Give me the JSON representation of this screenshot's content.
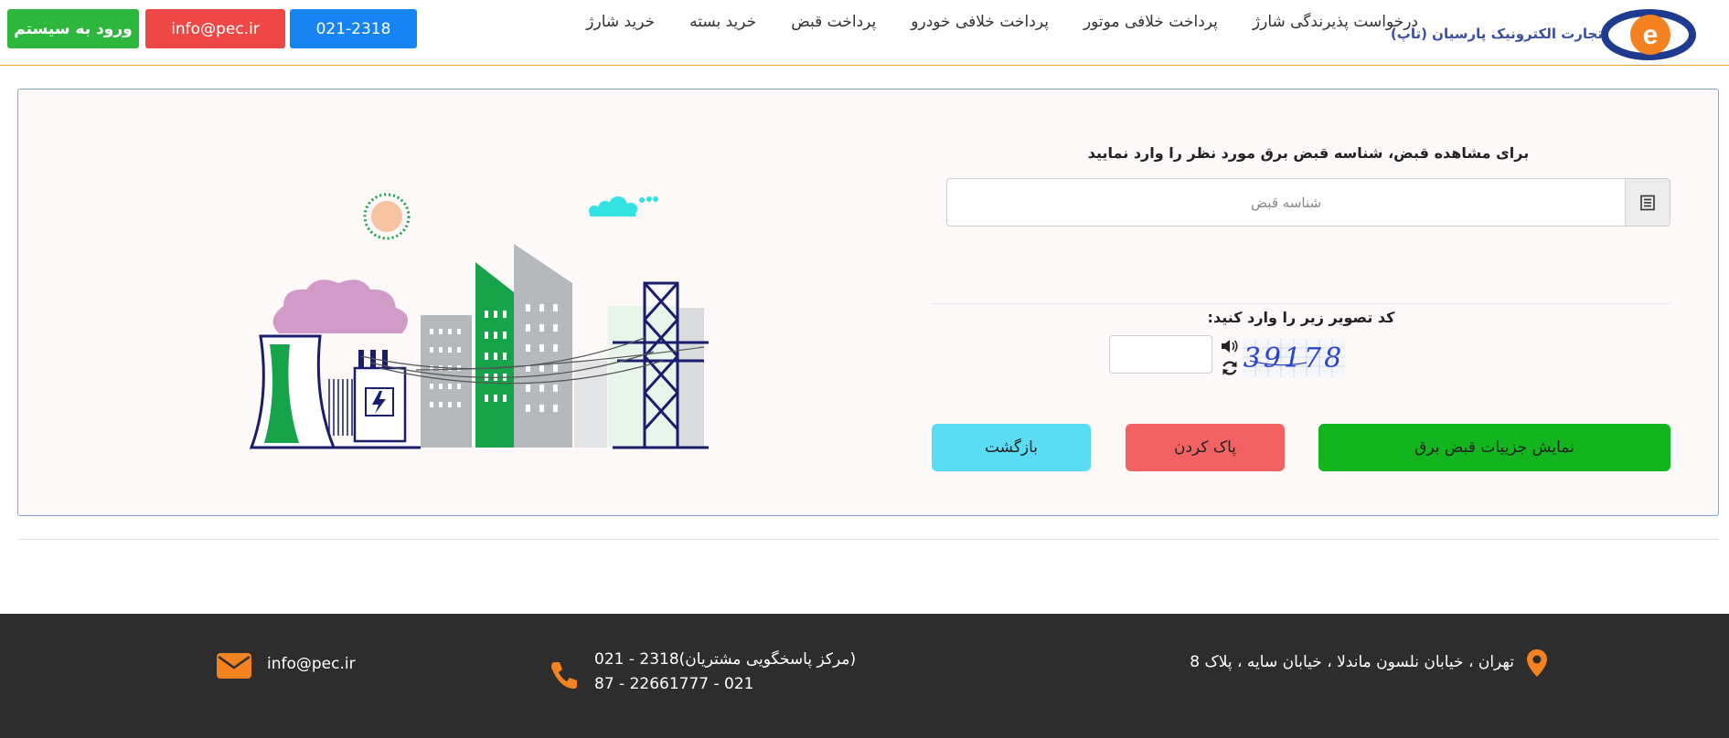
{
  "header": {
    "logo_text": "تجارت الکترونیک پارسیان (تاپ)",
    "nav": [
      "خرید شارژ",
      "خرید بسته",
      "پرداخت قبض",
      "پرداخت خلافی خودرو",
      "پرداخت خلافی موتور",
      "درخواست پذیرندگی شارژ"
    ],
    "login_label": "ورود به سیستم",
    "email_label": "info@pec.ir",
    "phone_label": "021-2318"
  },
  "form": {
    "title": "برای مشاهده قبض، شناسه قبض برق مورد نظر را وارد نمایید",
    "bill_placeholder": "شناسه قبض",
    "captcha_title": "کد تصویر زیر را وارد کنید:",
    "captcha_text": "39178",
    "show_label": "نمایش جزییات قبض برق",
    "clear_label": "پاک کردن",
    "back_label": "بازگشت"
  },
  "footer": {
    "address": "تهران ، خیابان نلسون ماندلا ، خیابان سایه ، پلاک 8",
    "phone1": "021 - 2318(مرکز پاسخگویی مشتریان)",
    "phone2": "87 - 22661777 - 021",
    "email": "info@pec.ir"
  },
  "colors": {
    "login": "#2db83d",
    "email": "#ed4746",
    "phone": "#1684f3",
    "show": "#12b51e",
    "clear": "#f36262",
    "back": "#5adcf2",
    "footer_bg": "#2d2d2d",
    "footer_icon": "#f58220"
  },
  "icons": [
    "logo-e-icon",
    "list-icon",
    "speaker-icon",
    "refresh-icon",
    "location-pin-icon",
    "phone-icon",
    "envelope-icon"
  ]
}
